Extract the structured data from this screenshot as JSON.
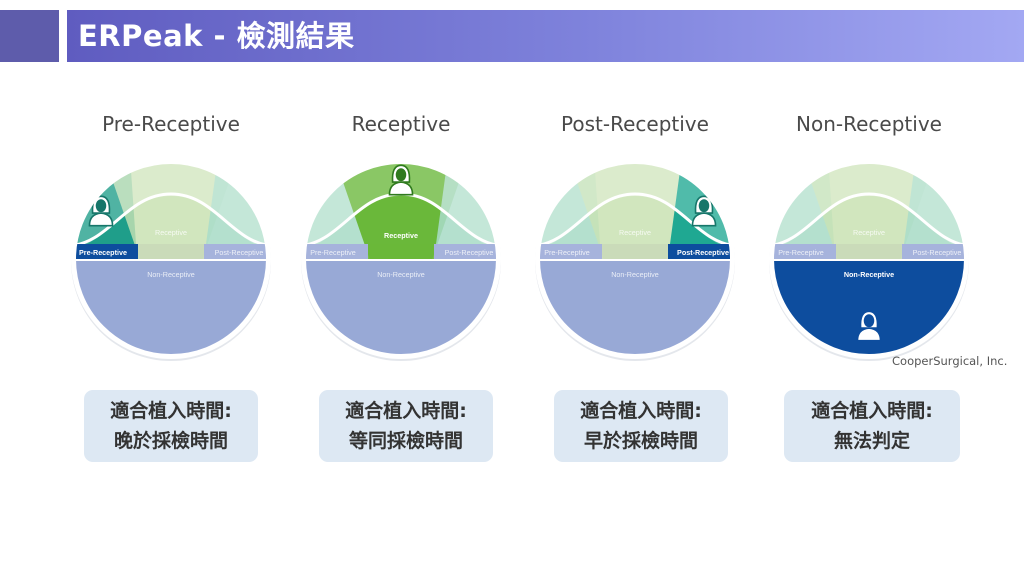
{
  "header": {
    "title": "ERPeak - 檢測結果"
  },
  "credit": "CooperSurgical, Inc.",
  "zone_labels": {
    "pre": "Pre-Receptive",
    "receptive": "Receptive",
    "post": "Post-Receptive",
    "non": "Non-Receptive"
  },
  "panels": [
    {
      "title": "Pre-Receptive",
      "highlight": "pre",
      "caption_line1": "適合植入時間:",
      "caption_line2": "晚於採檢時間"
    },
    {
      "title": "Receptive",
      "highlight": "receptive",
      "caption_line1": "適合植入時間:",
      "caption_line2": "等同採檢時間"
    },
    {
      "title": "Post-Receptive",
      "highlight": "post",
      "caption_line1": "適合植入時間:",
      "caption_line2": "早於採檢時間"
    },
    {
      "title": "Non-Receptive",
      "highlight": "non",
      "caption_line1": "適合植入時間:",
      "caption_line2": "無法判定"
    }
  ],
  "colors": {
    "pre_active": "#1f9e8a",
    "receptive_active": "#6ab83a",
    "post_active": "#1fa892",
    "non_active": "#0d4d9e",
    "muted_green": "#c9e2b4",
    "muted_teal": "#a9dcca",
    "muted_blue": "#98a9d6",
    "header_start": "#5f5cc0",
    "header_end": "#a3a8f3"
  }
}
